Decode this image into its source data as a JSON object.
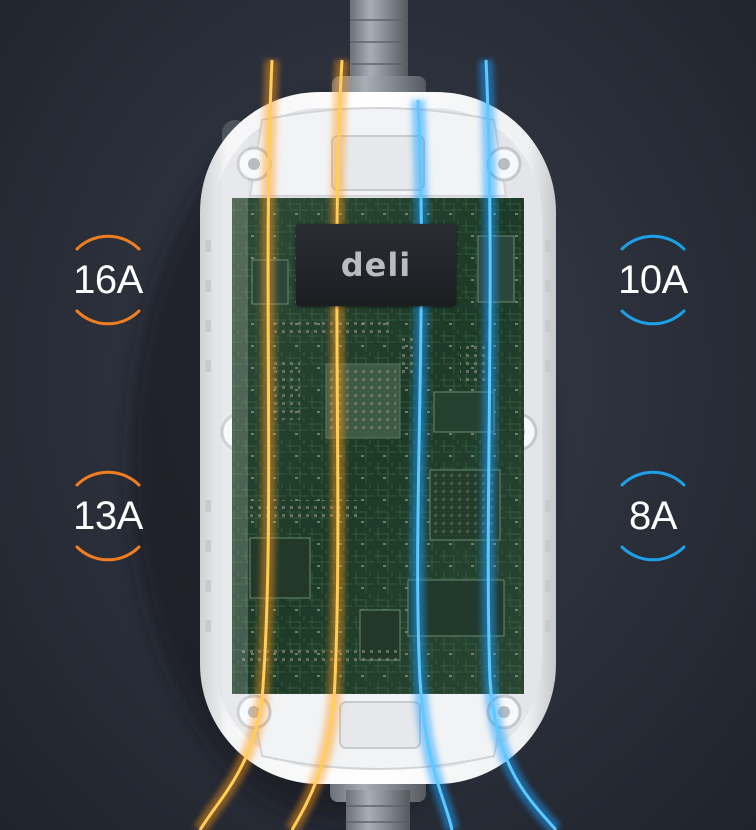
{
  "product": {
    "brand": "deli"
  },
  "current_ratings": {
    "left": [
      {
        "label": "16A",
        "color": "#ef7d22"
      },
      {
        "label": "13A",
        "color": "#ef7d22"
      }
    ],
    "right": [
      {
        "label": "10A",
        "color": "#1ea0e6"
      },
      {
        "label": "8A",
        "color": "#1ea0e6"
      }
    ]
  },
  "colors": {
    "background": "#2c313c",
    "orange_accent": "#ef7d22",
    "blue_accent": "#1ea0e6",
    "casing": "#e9eaec",
    "pcb": "#1f3a2a"
  }
}
